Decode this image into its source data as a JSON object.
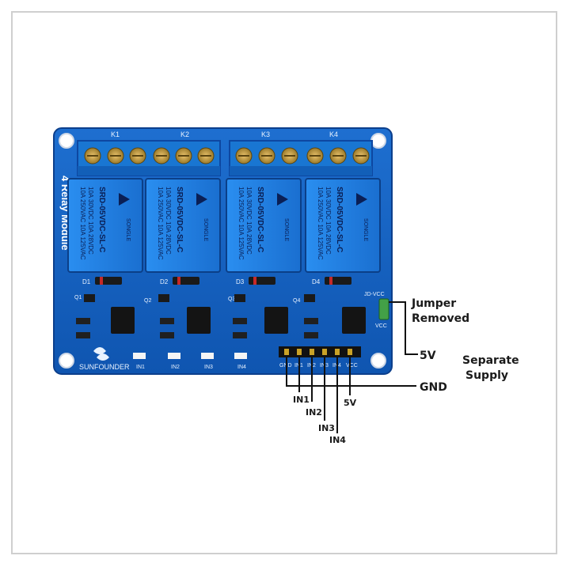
{
  "board": {
    "title": "4 Relay Module",
    "brand": "SUNFOUNDER",
    "relay_labels": [
      "K1",
      "K2",
      "K3",
      "K4"
    ],
    "diode_labels": [
      "D1",
      "D2",
      "D3",
      "D4"
    ],
    "transistor_labels": [
      "Q1",
      "Q2",
      "Q3",
      "Q4"
    ],
    "indicator_labels": [
      "IN1",
      "IN2",
      "IN3",
      "IN4"
    ],
    "relay_text": {
      "model": "SRD-05VDC-SL-C",
      "maker": "SONGLE",
      "rating1": "10A 250VAC 10A 125VAC",
      "rating2": "10A 30VDC 10A 28VDC"
    },
    "header_pins": [
      "GND",
      "IN1",
      "IN2",
      "IN3",
      "IN4",
      "VCC"
    ],
    "jumper_top": "JD-VCC",
    "jumper_bottom": "VCC"
  },
  "annotations": {
    "jumper_line1": "Jumper",
    "jumper_line2": "Removed",
    "five_v_supply": "5V",
    "separate_line1": "Separate",
    "separate_line2": "Supply",
    "gnd": "GND",
    "in1": "IN1",
    "in2": "IN2",
    "in3": "IN3",
    "in4": "IN4",
    "five_v_pin": "5V"
  },
  "colors": {
    "pcb": "#1565c0",
    "pcb_dark": "#0d47a1",
    "relay": "#1e88e5",
    "terminal": "#1976d2",
    "jumper": "#43a047"
  }
}
